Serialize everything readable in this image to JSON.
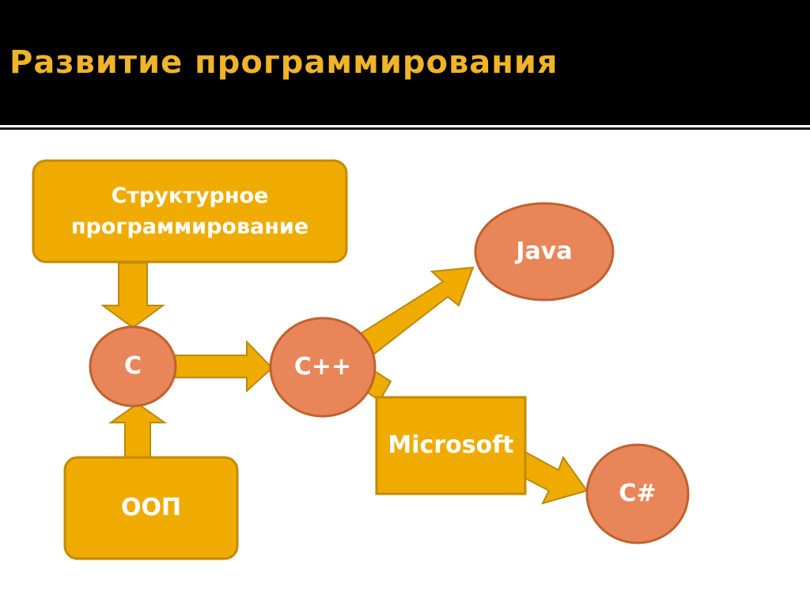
{
  "slide": {
    "title": "Развитие программирования"
  },
  "colors": {
    "header_bg": "#000000",
    "title": "#f0b429",
    "box_fill": "#f0ab00",
    "box_stroke": "#c48a00",
    "circle_fill": "#e8865a",
    "circle_stroke": "#c0622f",
    "arrow_fill": "#f0ab00",
    "arrow_stroke": "#b88a10"
  },
  "diagram": {
    "nodes": {
      "structured": {
        "label_line1": "Структурное",
        "label_line2": "программирование",
        "shape": "rounded-rect"
      },
      "oop": {
        "label": "ООП",
        "shape": "rounded-rect"
      },
      "c": {
        "label": "C",
        "shape": "ellipse"
      },
      "cpp": {
        "label": "C++",
        "shape": "ellipse"
      },
      "java": {
        "label": "Java",
        "shape": "ellipse"
      },
      "microsoft": {
        "label": "Microsoft",
        "shape": "rect"
      },
      "csharp": {
        "label": "C#",
        "shape": "ellipse"
      }
    },
    "edges": [
      {
        "from": "structured",
        "to": "c"
      },
      {
        "from": "oop",
        "to": "c"
      },
      {
        "from": "c",
        "to": "cpp"
      },
      {
        "from": "cpp",
        "to": "java"
      },
      {
        "from": "cpp",
        "to": "csharp",
        "via": "microsoft"
      }
    ]
  }
}
